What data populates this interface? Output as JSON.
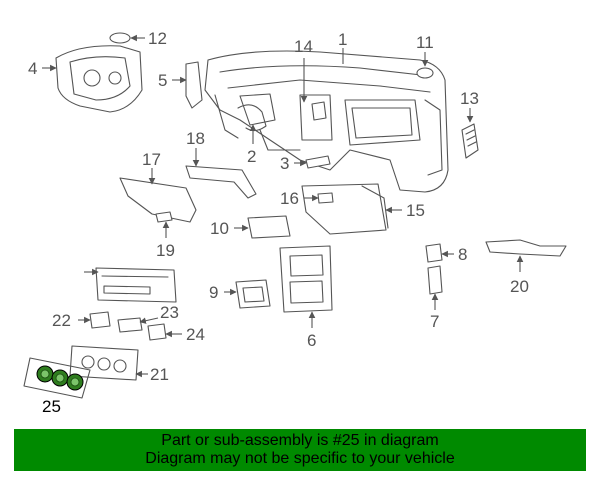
{
  "callouts": {
    "c1": "1",
    "c2": "2",
    "c3": "3",
    "c4": "4",
    "c5": "5",
    "c6": "6",
    "c7": "7",
    "c8": "8",
    "c9": "9",
    "c10": "10",
    "c11": "11",
    "c12": "12",
    "c13": "13",
    "c14": "14",
    "c15": "15",
    "c16": "16",
    "c17": "17",
    "c18": "18",
    "c19": "19",
    "c20": "20",
    "c21": "21",
    "c22": "22",
    "c23": "23",
    "c24": "24",
    "c25": "25"
  },
  "highlighted_part": "25",
  "highlight_color": "#008a00",
  "banner": {
    "line1": "Part or sub-assembly is #25 in diagram",
    "line2": "Diagram may not be specific to your vehicle"
  }
}
